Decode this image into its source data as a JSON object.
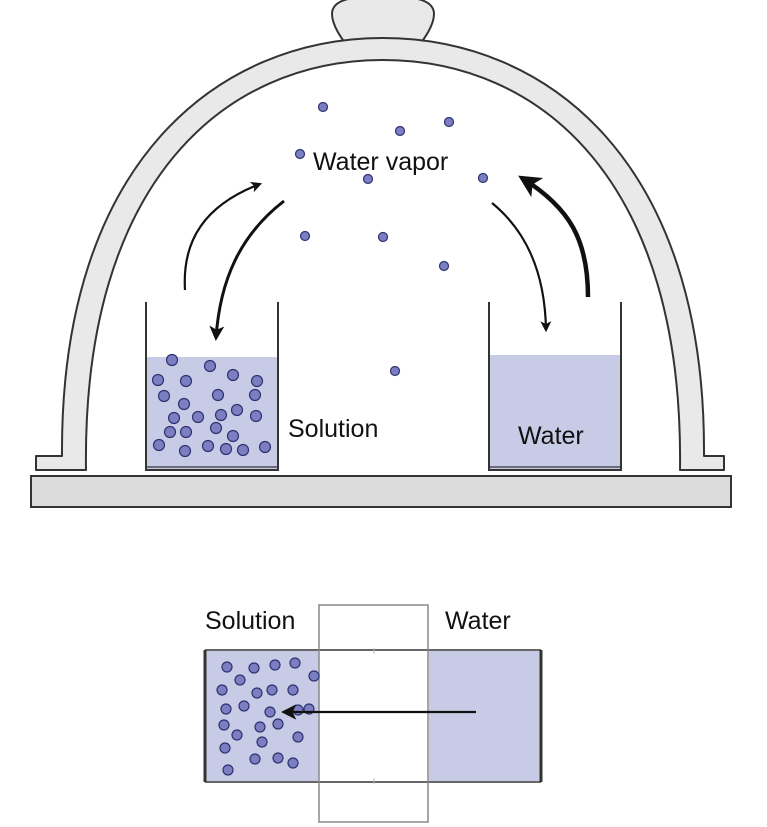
{
  "labels": {
    "vapor": "Water vapor",
    "solution_beaker": "Solution",
    "water_beaker": "Water",
    "solution_section": "Solution",
    "water_section": "Water"
  },
  "colors": {
    "solution_fill": "#c8cbe6",
    "particle_fill": "#7b7fc2",
    "dome_fill": "#e9e9e9",
    "base_fill": "#dcdcdc",
    "outline": "#333333"
  },
  "icons": [
    "evaporation-arrow",
    "condensation-arrow",
    "osmosis-flow-arrow",
    "semipermeable-membrane"
  ]
}
